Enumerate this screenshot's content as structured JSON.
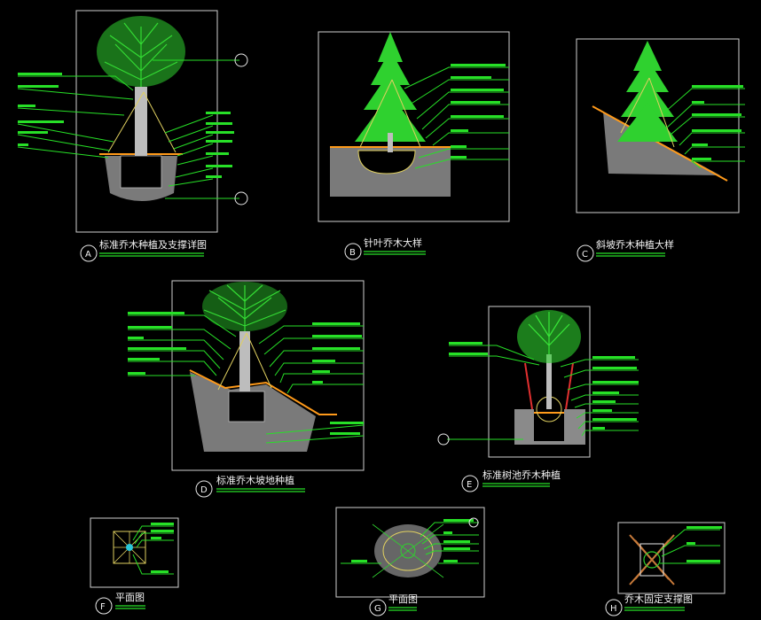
{
  "panels": [
    {
      "id": "A",
      "letter": "A",
      "title": "标准乔木种植及支撑详图"
    },
    {
      "id": "B",
      "letter": "B",
      "title": "针叶乔木大样"
    },
    {
      "id": "C",
      "letter": "C",
      "title": "斜坡乔木种植大样"
    },
    {
      "id": "D",
      "letter": "D",
      "title": "标准乔木坡地种植"
    },
    {
      "id": "E",
      "letter": "E",
      "title": "标准树池乔木种植"
    },
    {
      "id": "F",
      "letter": "F",
      "title": "平面图"
    },
    {
      "id": "G",
      "letter": "G",
      "title": "平面图"
    },
    {
      "id": "H",
      "letter": "H",
      "title": "乔木固定支撑图"
    }
  ],
  "colors": {
    "background": "#000000",
    "leader": "#27e027",
    "frame": "#cfcfcf",
    "tree": "#2fd12f",
    "soil": "#7a7a7a",
    "stake": "#e23030",
    "mulch": "#ff9a1a"
  }
}
